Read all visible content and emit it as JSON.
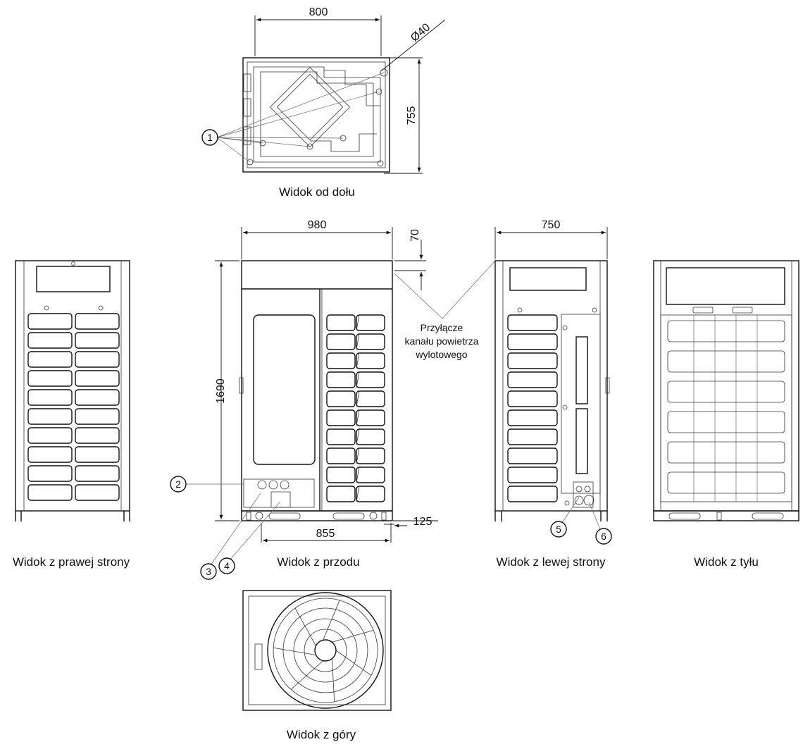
{
  "captions": {
    "bottom_view": "Widok od dołu",
    "right_view": "Widok z prawej strony",
    "front_view": "Widok z przodu",
    "left_view": "Widok z lewej strony",
    "back_view": "Widok z tyłu",
    "top_view": "Widok z góry"
  },
  "dimensions": {
    "bottom_width": "800",
    "bottom_depth": "755",
    "pipe_diameter": "Ø40",
    "front_width": "980",
    "front_top_offset": "70",
    "front_height": "1690",
    "front_foot_span": "855",
    "front_foot_height": "125",
    "side_width": "750"
  },
  "annotation": {
    "duct_line1": "Przyłącze",
    "duct_line2": "kanału powietrza",
    "duct_line3": "wylotowego"
  },
  "callouts": {
    "c1": "1",
    "c2": "2",
    "c3": "3",
    "c4": "4",
    "c5": "5",
    "c6": "6"
  }
}
